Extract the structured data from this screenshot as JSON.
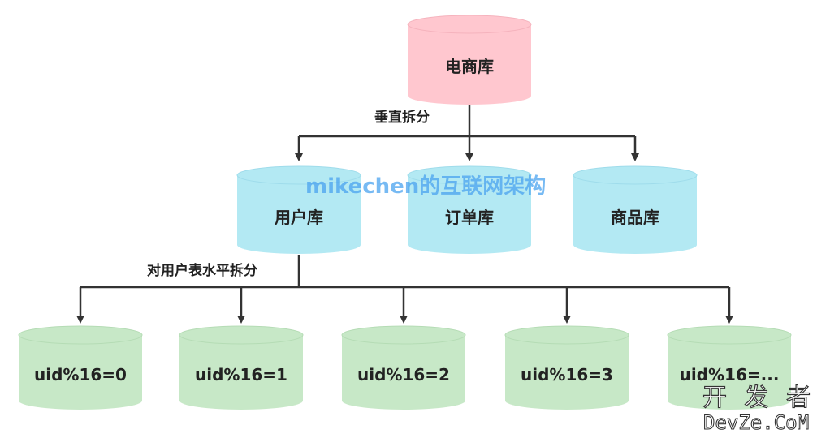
{
  "colors": {
    "root": "#ffc7cf",
    "level2": "#b3e9f3",
    "level3": "#c7e8c7",
    "line": "#333333",
    "watermark": "#4aa3f0"
  },
  "root": {
    "label": "电商库"
  },
  "vertical_split_label": "垂直拆分",
  "level2": [
    {
      "label": "用户库"
    },
    {
      "label": "订单库"
    },
    {
      "label": "商品库"
    }
  ],
  "horizontal_split_label": "对用户表水平拆分",
  "level3": [
    {
      "label": "uid%16=0"
    },
    {
      "label": "uid%16=1"
    },
    {
      "label": "uid%16=2"
    },
    {
      "label": "uid%16=3"
    },
    {
      "label": "uid%16=..."
    }
  ],
  "watermark": "mikechen的互联网架构",
  "site_logo": {
    "line1": "开 发 者",
    "line2": "DevZe.CoM"
  }
}
